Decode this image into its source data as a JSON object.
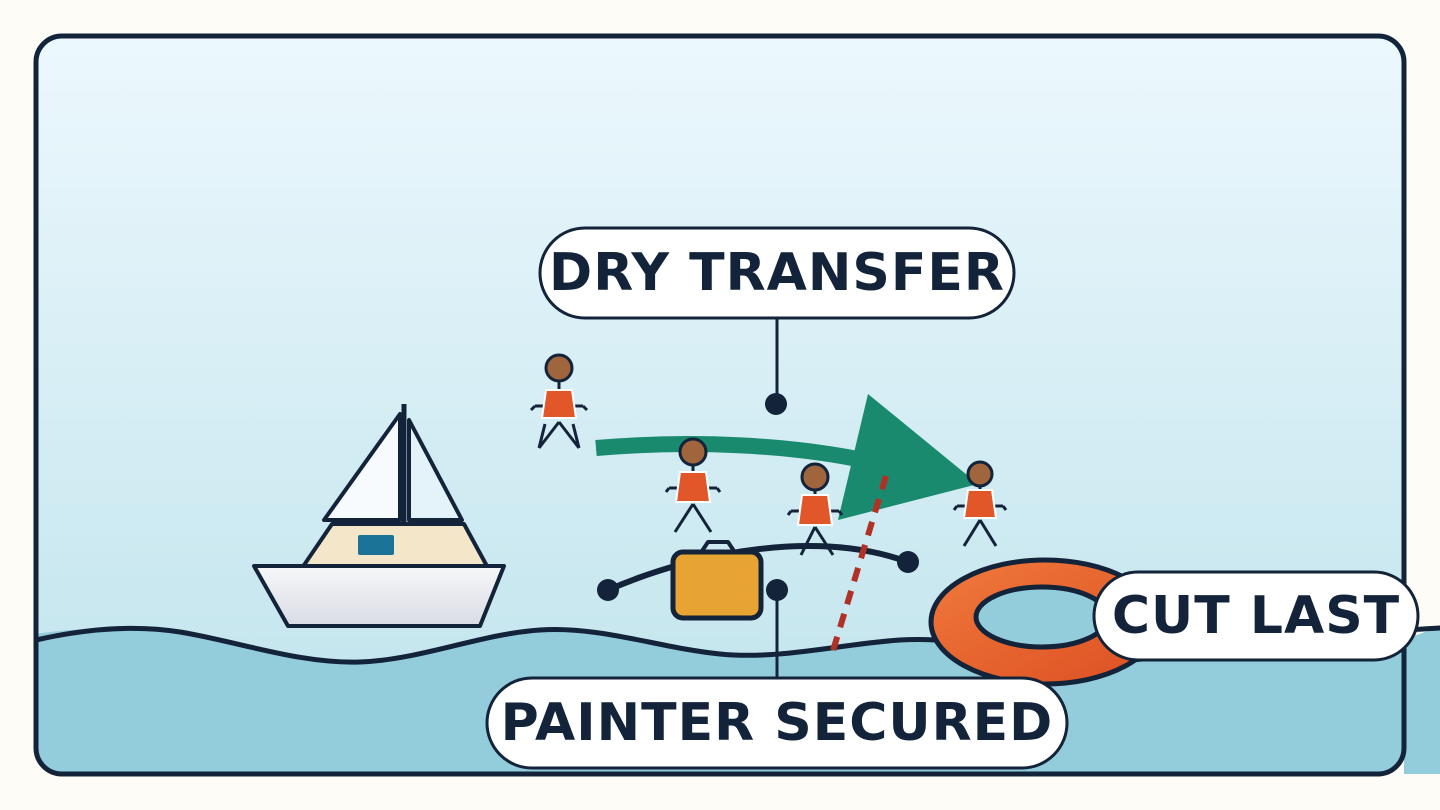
{
  "labels": {
    "dry_transfer": "DRY TRANSFER",
    "cut_last": "CUT LAST",
    "painter_secured": "PAINTER SECURED"
  },
  "colors": {
    "page_background": "#fdfcf6",
    "sky_top": "#ecf8fd",
    "sky_bottom": "#bfe3ec",
    "water": "#93cddc",
    "outline": "#13233a",
    "arrow": "#198a6e",
    "life_vest": "#e2572a",
    "skin": "#a0653d",
    "bag": "#e7a432",
    "life_ring": "#e8622f",
    "cut_line": "#b03126",
    "hull": "#eceef3",
    "cabin": "#f4e6c8",
    "cabin_window": "#1b7497"
  },
  "icons": [
    "sailboat-icon",
    "person-icon",
    "bag-icon",
    "life-ring-icon",
    "transfer-arrow-icon",
    "cut-line-icon",
    "painter-line-icon"
  ]
}
